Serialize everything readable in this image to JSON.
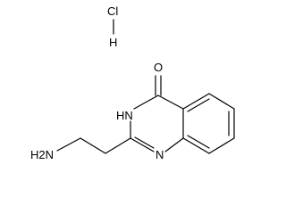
{
  "molecule": {
    "salt": {
      "chlorine": "Cl",
      "hydrogen": "H"
    },
    "atoms": {
      "carbonyl_oxygen": "O",
      "ring_nh": "HN",
      "ring_n": "N",
      "amine": "H2N"
    },
    "colors": {
      "ink": "#000000",
      "background": "#ffffff"
    }
  }
}
